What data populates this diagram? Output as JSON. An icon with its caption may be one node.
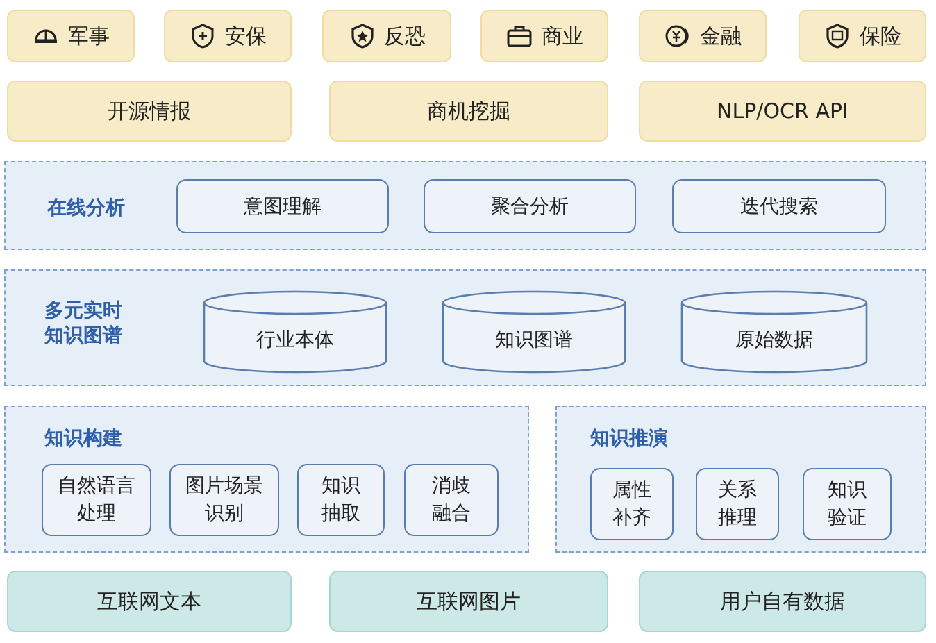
{
  "diagram": {
    "nodes": [
      {
        "text": [
          "军事"
        ]
      },
      {
        "text": [
          "安保"
        ]
      },
      {
        "text": [
          "反恐"
        ]
      },
      {
        "text": [
          "商业"
        ]
      },
      {
        "text": [
          "金融"
        ]
      },
      {
        "text": [
          "保险"
        ]
      },
      {
        "text": [
          "开源情报"
        ]
      },
      {
        "text": [
          "商机挖掘"
        ]
      },
      {
        "text": [
          "NLP/OCR API"
        ]
      },
      {
        "text": [
          "在线分析"
        ]
      },
      {
        "text": [
          "意图理解"
        ],
        "in": 9
      },
      {
        "text": [
          "聚合分析"
        ],
        "in": 9
      },
      {
        "text": [
          "迭代搜索"
        ],
        "in": 9
      },
      {
        "text": [
          "多元实时知识图谱"
        ]
      },
      {
        "text": [
          "行业本体"
        ],
        "in": 13
      },
      {
        "text": [
          "知识图谱"
        ],
        "in": 13
      },
      {
        "text": [
          "原始数据"
        ],
        "in": 13
      },
      {
        "text": [
          "知识构建"
        ]
      },
      {
        "text": [
          "自然语言处理"
        ],
        "in": 17
      },
      {
        "text": [
          "图片场景识别"
        ],
        "in": 17
      },
      {
        "text": [
          "知识抽取"
        ],
        "in": 17
      },
      {
        "text": [
          "消歧融合"
        ],
        "in": 17
      },
      {
        "text": [
          "知识推演"
        ]
      },
      {
        "text": [
          "属性补齐"
        ],
        "in": 22
      },
      {
        "text": [
          "关系推理"
        ],
        "in": 22
      },
      {
        "text": [
          "知识验证"
        ],
        "in": 22
      },
      {
        "text": [
          "互联网文本"
        ]
      },
      {
        "text": [
          "互联网图片"
        ]
      },
      {
        "text": [
          "用户自有数据"
        ]
      }
    ]
  }
}
